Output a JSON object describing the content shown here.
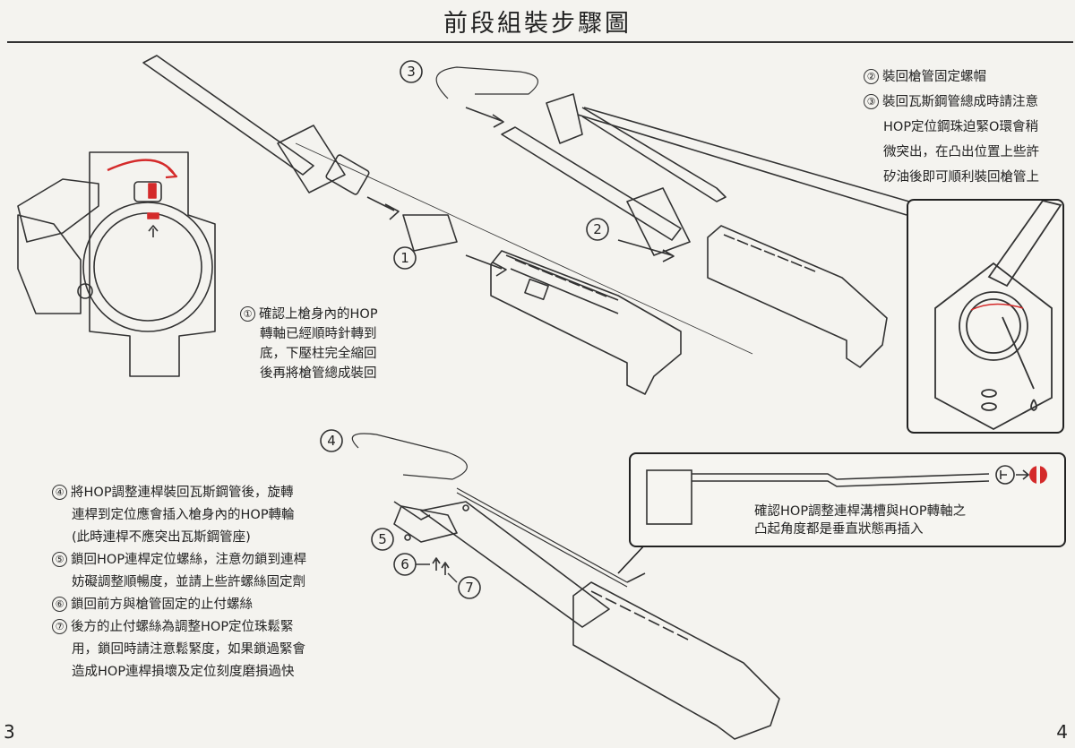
{
  "header": {
    "title": "前段組裝步驟圖"
  },
  "steps": [
    {
      "num": "①",
      "lines": [
        "確認上槍身內的HOP",
        "轉軸已經順時針轉到",
        "底，下壓柱完全縮回",
        "後再將槍管總成裝回"
      ]
    },
    {
      "num": "②",
      "lines": [
        "裝回槍管固定螺帽"
      ]
    },
    {
      "num": "③",
      "lines": [
        "裝回瓦斯鋼管總成時請注意",
        "HOP定位鋼珠迫緊O環會稍",
        "微突出，在凸出位置上些許",
        "矽油後即可順利裝回槍管上"
      ]
    },
    {
      "num": "④",
      "lines": [
        "將HOP調整連桿裝回瓦斯鋼管後，旋轉",
        "連桿到定位應會插入槍身內的HOP轉輪",
        "(此時連桿不應突出瓦斯鋼管座)"
      ]
    },
    {
      "num": "⑤",
      "lines": [
        "鎖回HOP連桿定位螺絲，注意勿鎖到連桿",
        "妨礙調整順暢度，並請上些許螺絲固定劑"
      ]
    },
    {
      "num": "⑥",
      "lines": [
        "鎖回前方與槍管固定的止付螺絲"
      ]
    },
    {
      "num": "⑦",
      "lines": [
        "後方的止付螺絲為調整HOP定位珠鬆緊",
        "用，鎖回時請注意鬆緊度，如果鎖過緊會",
        "造成HOP連桿損壞及定位刻度磨損過快"
      ]
    }
  ],
  "callout_check": {
    "lines": [
      "確認HOP調整連桿溝槽與HOP轉軸之",
      "凸起角度都是垂直狀態再插入"
    ]
  },
  "diagram_labels": {
    "n1": "1",
    "n2": "2",
    "n3": "3",
    "n4": "4",
    "n5": "5",
    "n6": "6",
    "n7": "7"
  },
  "footer": {
    "page_left": "3",
    "page_right": "4"
  },
  "colors": {
    "accent": "#d42a2a",
    "line": "#333333",
    "paper": "#f4f3ef"
  }
}
